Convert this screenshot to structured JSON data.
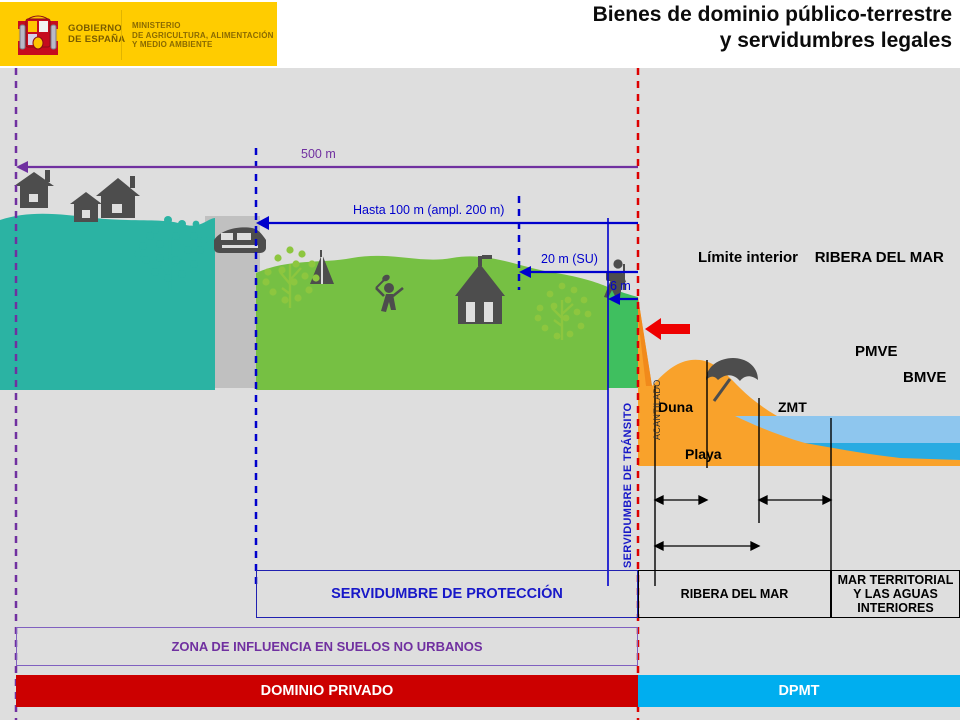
{
  "header": {
    "logo_alt": "coat-of-arms-spain",
    "gov_line1": "GOBIERNO",
    "gov_line2": "DE ESPAÑA",
    "ministry_line1": "MINISTERIO",
    "ministry_line2": "DE AGRICULTURA, ALIMENTACIÓN",
    "ministry_line3": "Y MEDIO AMBIENTE",
    "title_line1": "Bienes de dominio público-terrestre",
    "title_line2": "y servidumbres legales",
    "logo_bg": "#FFCC00"
  },
  "measures": [
    {
      "label": "500 m",
      "color": "#7030A0"
    },
    {
      "label": "Hasta 100 m (ampl. 200 m)",
      "color": "#0000CC"
    },
    {
      "label": "20 m (SU)",
      "color": "#0000CC"
    },
    {
      "label": "6 m",
      "color": "#0000CC"
    }
  ],
  "callout": {
    "arrow": "red-left-arrow",
    "text_part1": "Límite interior",
    "text_part2": "RIBERA DEL MAR",
    "arrow_color": "#EE0000"
  },
  "water_labels": {
    "high_tide": "PMVE",
    "low_tide": "BMVE",
    "high_tide_color": "#8EC6EE",
    "low_tide_color": "#29ABE2"
  },
  "beach_measures": [
    {
      "label": "Duna"
    },
    {
      "label": "ZMT"
    },
    {
      "label": "Playa"
    }
  ],
  "vertical_labels": {
    "transit": "SERVIDUMBRE DE TRÁNSITO",
    "cliff": "ACANTILADO"
  },
  "bands": {
    "protection": "SERVIDUMBRE DE PROTECCIÓN",
    "ribera": "RIBERA DEL MAR",
    "mar_territorial_l1": "MAR TERRITORIAL",
    "mar_territorial_l2": "Y LAS AGUAS",
    "mar_territorial_l3": "INTERIORES",
    "influence": "ZONA DE INFLUENCIA EN SUELOS NO URBANOS",
    "private": "DOMINIO PRIVADO",
    "dpmt": "DPMT"
  },
  "scene": {
    "terrain_teal": "#2BB3A3",
    "terrain_green": "#76C043",
    "terrain_green_dark": "#3FBF5F",
    "road_gray": "#C0C0C0",
    "sand_orange": "#F9A22B",
    "icon_gray": "#4D4D4D",
    "tree_teal": "#2BB3A3",
    "tree_green": "#8DC63F",
    "icons": [
      "house-icon",
      "house-icon",
      "house-icon",
      "tree-icon",
      "car-icon",
      "tree-icon",
      "tent-icon",
      "golfer-icon",
      "gazebo-icon",
      "tree-icon",
      "hiker-icon",
      "umbrella-icon"
    ]
  },
  "ref_lines": {
    "influence_limit_x": 16,
    "protection_limit_x": 256,
    "transit_limit_x": 608,
    "shore_limit_x": 638,
    "purple_dash": "#7030A0",
    "blue_dash": "#0000CC",
    "red_dash": "#DD0000"
  }
}
